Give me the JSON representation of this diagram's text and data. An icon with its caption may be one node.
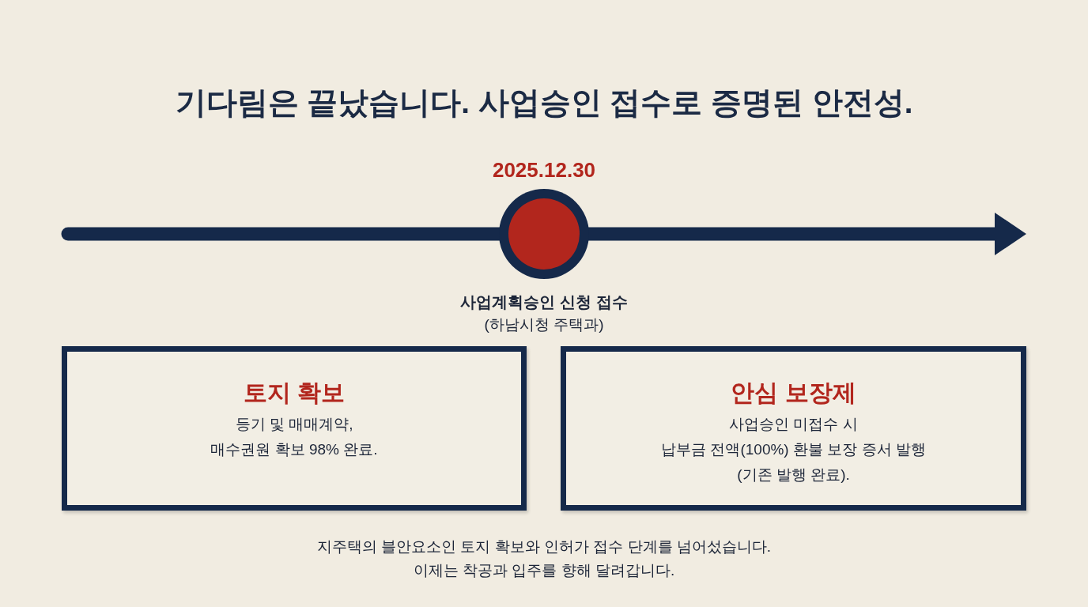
{
  "diagram": {
    "title": "기다림은 끝났습니다. 사업승인 접수로 증명된 안전성.",
    "nodes": [
      {
        "text": [],
        "shape": "circle",
        "beside": [
          "2025.12.30",
          "사업계획승인 신청 접수",
          "(하남시청 주택과)"
        ]
      },
      {
        "text": [
          "토지 확보",
          "등기 및 매매계약, 매수권원 확보 98% 완료."
        ]
      },
      {
        "text": [
          "안심 보장제",
          "사업승인 미접수 시 납부금 전액(100%) 환불 보장 증서 발행 (기존 발행 완료)."
        ]
      }
    ],
    "caption": "지주택의 블안요소인 토지 확보와 인허가 접수 단계를 넘어섰습니다. 이제는 착공과 입주를 향해 달려갑니다."
  }
}
